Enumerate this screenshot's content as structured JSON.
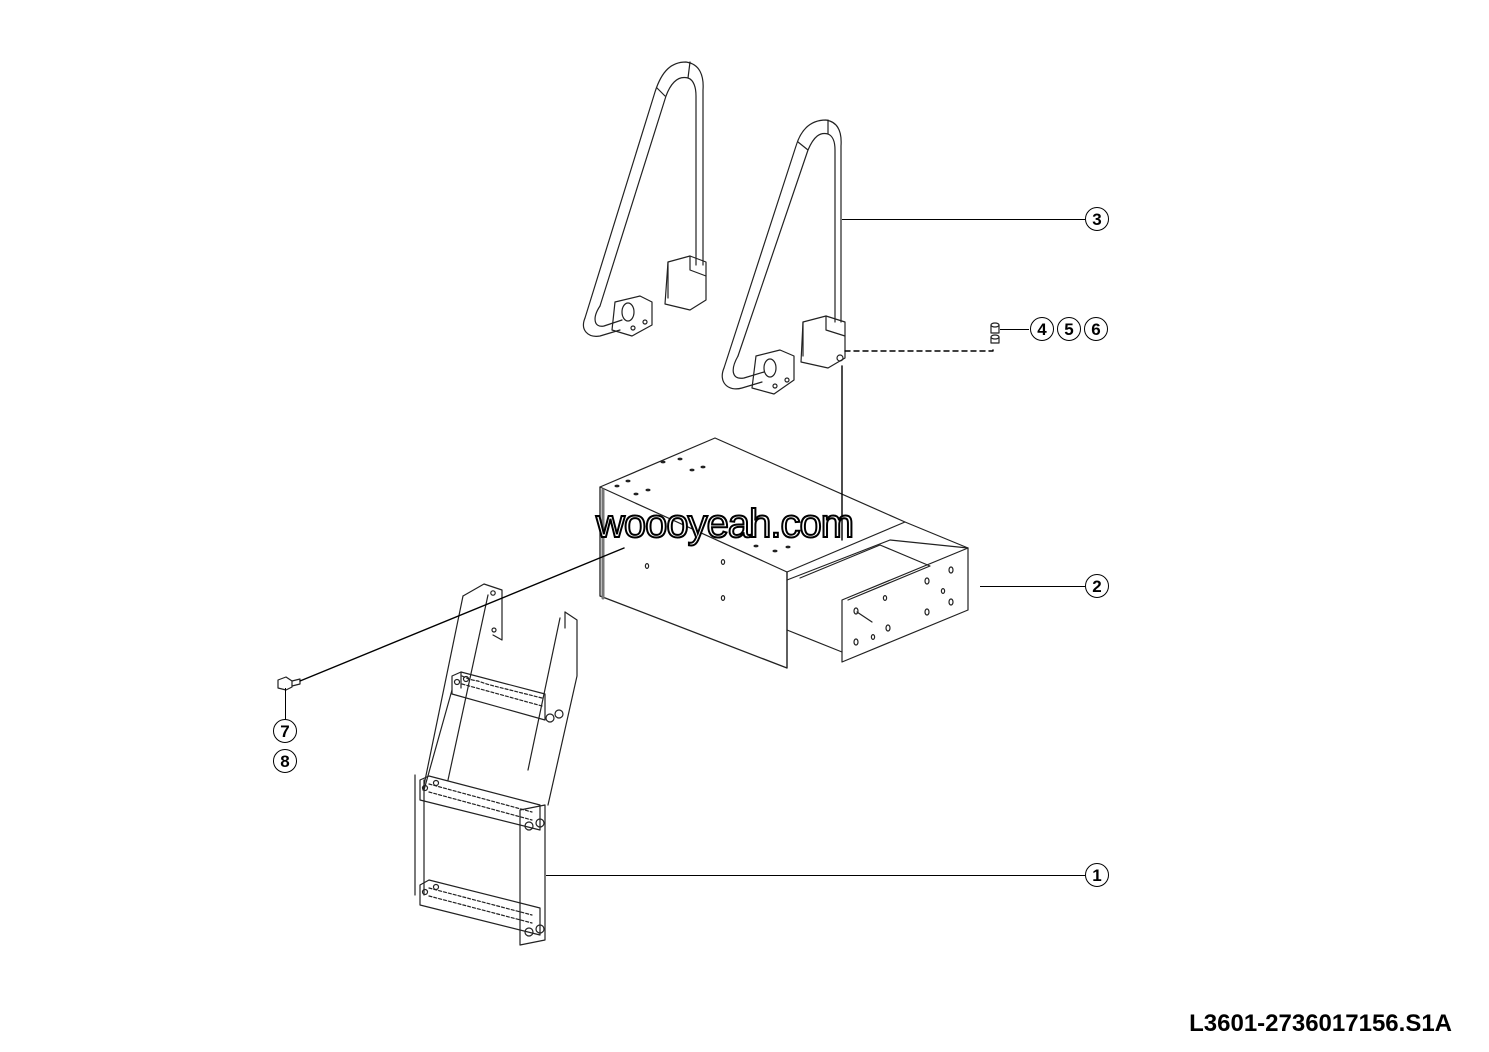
{
  "diagram": {
    "type": "exploded-parts-illustration",
    "drawing_number": "L3601-2736017156.S1A",
    "watermark": "woooyeah.com",
    "parts": [
      {
        "callout": "1",
        "name": "ladder-step-assembly"
      },
      {
        "callout": "2",
        "name": "step-mounting-box"
      },
      {
        "callout": "3",
        "name": "grab-handle"
      },
      {
        "callout": "4",
        "name": "fastener-4"
      },
      {
        "callout": "5",
        "name": "fastener-5"
      },
      {
        "callout": "6",
        "name": "fastener-6"
      },
      {
        "callout": "7",
        "name": "bolt-7"
      },
      {
        "callout": "8",
        "name": "bolt-8"
      }
    ],
    "callouts": {
      "c1": "1",
      "c2": "2",
      "c3": "3",
      "c4": "4",
      "c5": "5",
      "c6": "6",
      "c7": "7",
      "c8": "8"
    }
  }
}
